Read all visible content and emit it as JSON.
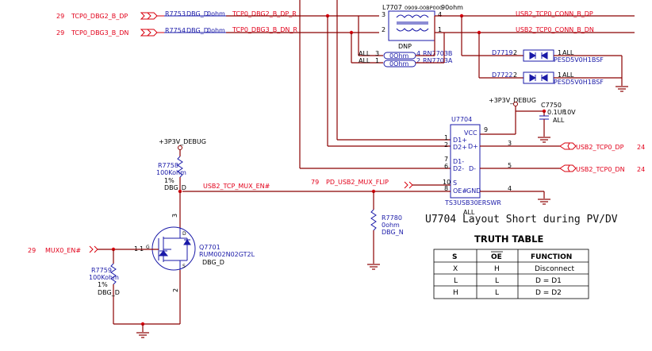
{
  "ports": {
    "dbg2_num": "29",
    "dbg2_name": "TCP0_DBG2_B_DP",
    "dbg3_num": "29",
    "dbg3_name": "TCP0_DBG3_B_DN",
    "mux_num": "29",
    "mux_name": "MUX0_EN#",
    "dp_out_name": "USB2_TCP0_DP",
    "dp_out_num": "24",
    "dn_out_name": "USB2_TCP0_DN",
    "dn_out_num": "24"
  },
  "resistors": {
    "r7753": "R7753",
    "r7753_opt": "DBG_D",
    "r7753_val": "0ohm",
    "r7754": "R7754",
    "r7754_opt": "DBG_D",
    "r7754_val": "0ohm",
    "r7758": "R7758",
    "r7758_val": "100Kohm",
    "r7758_tol": "1%",
    "r7758_opt": "DBG_D",
    "r7759": "R7759",
    "r7759_val": "100Kohm",
    "r7759_tol": "1%",
    "r7759_opt": "DBG_D",
    "r7780": "R7780",
    "r7780_val": "0ohm",
    "r7780_opt": "DBG_N"
  },
  "nets": {
    "dp_r": "TCP0_DBG2_B_DP_R",
    "dn_r": "TCP0_DBG3_B_DN_R",
    "conn_dp": "USB2_TCP0_CONN_B_DP",
    "conn_dn": "USB2_TCP0_CONN_B_DN",
    "mux_en": "USB2_TCP_MUX_EN#",
    "flip_num": "79",
    "flip": "PD_USB2_MUX_FLIP",
    "p3v_1": "+3P3V_DEBUG",
    "p3v_2": "+3P3V_DEBUG"
  },
  "choke": {
    "ref": "L7707",
    "part": "0909-00BP000",
    "val": "90ohm",
    "p3": "3",
    "p4": "4",
    "p2": "2",
    "p1": "1",
    "dnp": "DNP"
  },
  "rnet": {
    "a_all": "ALL",
    "a_p3": "3",
    "a_p4": "4",
    "a_ref": "RN7703B",
    "a_val": "0Ohm",
    "b_all": "ALL",
    "b_p1": "1",
    "b_p2": "2",
    "b_ref": "RN7703A",
    "b_val": "0Ohm"
  },
  "diodes": {
    "d7719": "D7719",
    "d7719_pin": "2",
    "d7719_pin1": "1",
    "d7719_all": "ALL",
    "d7719_part": "PESD5V0H1BSF",
    "d7722": "D7722",
    "d7722_pin": "2",
    "d7722_pin1": "1",
    "d7722_all": "ALL",
    "d7722_part": "PESD5V0H1BSF"
  },
  "cap": {
    "ref": "C7750",
    "val": "0.1UF",
    "volt": "10V",
    "opt": "ALL"
  },
  "ic": {
    "ref": "U7704",
    "part": "TS3USB30ERSWR",
    "opt": "ALL",
    "vcc": "VCC",
    "vcc_pin": "9",
    "d1p": "D1+",
    "d1p_pin": "1",
    "d2p": "D2+",
    "d2p_pin": "2",
    "dp": "D+",
    "dp_pin": "3",
    "d1n": "D1-",
    "d1n_pin": "7",
    "d2n": "D2-",
    "d2n_pin": "6",
    "dn": "D-",
    "dn_pin": "5",
    "s": "S",
    "s_pin": "10",
    "oe": "OE#",
    "oe_pin": "8",
    "gnd": "GND",
    "gnd_pin": "4"
  },
  "mosfet": {
    "ref": "Q7701",
    "part": "RUM002N02GT2L",
    "opt": "DBG_D",
    "pin1": "1",
    "pin1b": "1",
    "pin3": "3",
    "pin2": "2",
    "g": "G",
    "d": "D",
    "s": "S"
  },
  "note": "U7704 Layout Short during PV/DV",
  "truth_table": {
    "title": "TRUTH TABLE",
    "headers": [
      "S",
      "OE",
      "FUNCTION"
    ],
    "rows": [
      [
        "X",
        "H",
        "Disconnect"
      ],
      [
        "L",
        "L",
        "D = D1"
      ],
      [
        "H",
        "L",
        "D = D2"
      ]
    ]
  }
}
